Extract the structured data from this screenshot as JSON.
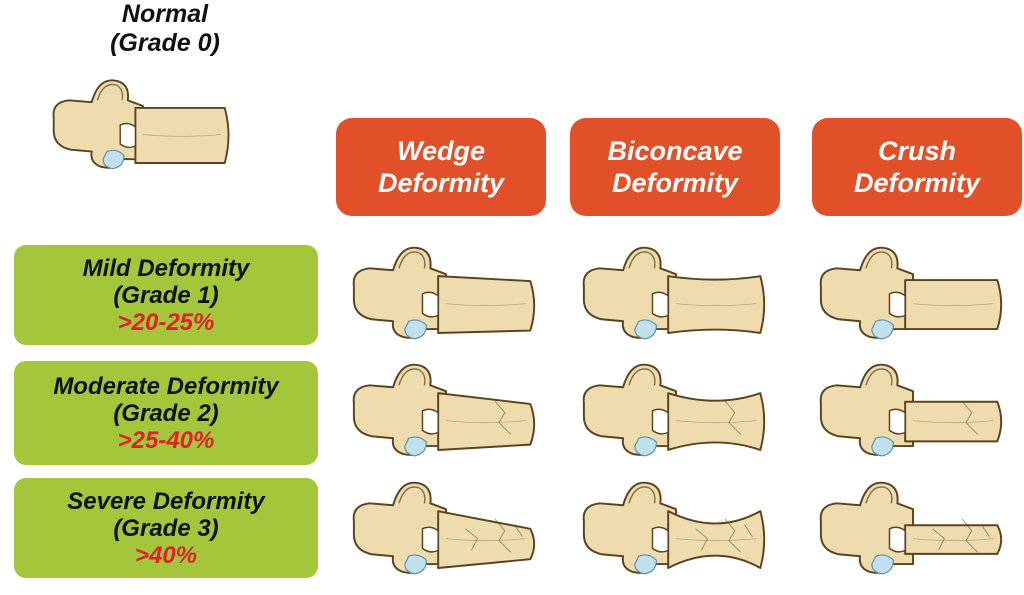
{
  "normal": {
    "line1": "Normal",
    "line2": "(Grade 0)"
  },
  "columns": [
    {
      "line1": "Wedge",
      "line2": "Deformity",
      "type": "wedge"
    },
    {
      "line1": "Biconcave",
      "line2": "Deformity",
      "type": "biconcave"
    },
    {
      "line1": "Crush",
      "line2": "Deformity",
      "type": "crush"
    }
  ],
  "rows": [
    {
      "line1": "Mild Deformity",
      "line2": "(Grade 1)",
      "percent": ">20-25%",
      "grade": 1
    },
    {
      "line1": "Moderate Deformity",
      "line2": "(Grade 2)",
      "percent": ">25-40%",
      "grade": 2
    },
    {
      "line1": "Severe Deformity",
      "line2": "(Grade 3)",
      "percent": ">40%",
      "grade": 3
    }
  ],
  "colors": {
    "header_bg": "#e2502a",
    "row_bg": "#a3c63a",
    "percent_text": "#e2202a",
    "bone_fill": "#efdcae",
    "bone_outline": "#5b4321",
    "disc_fill": "#bfe0ec"
  }
}
